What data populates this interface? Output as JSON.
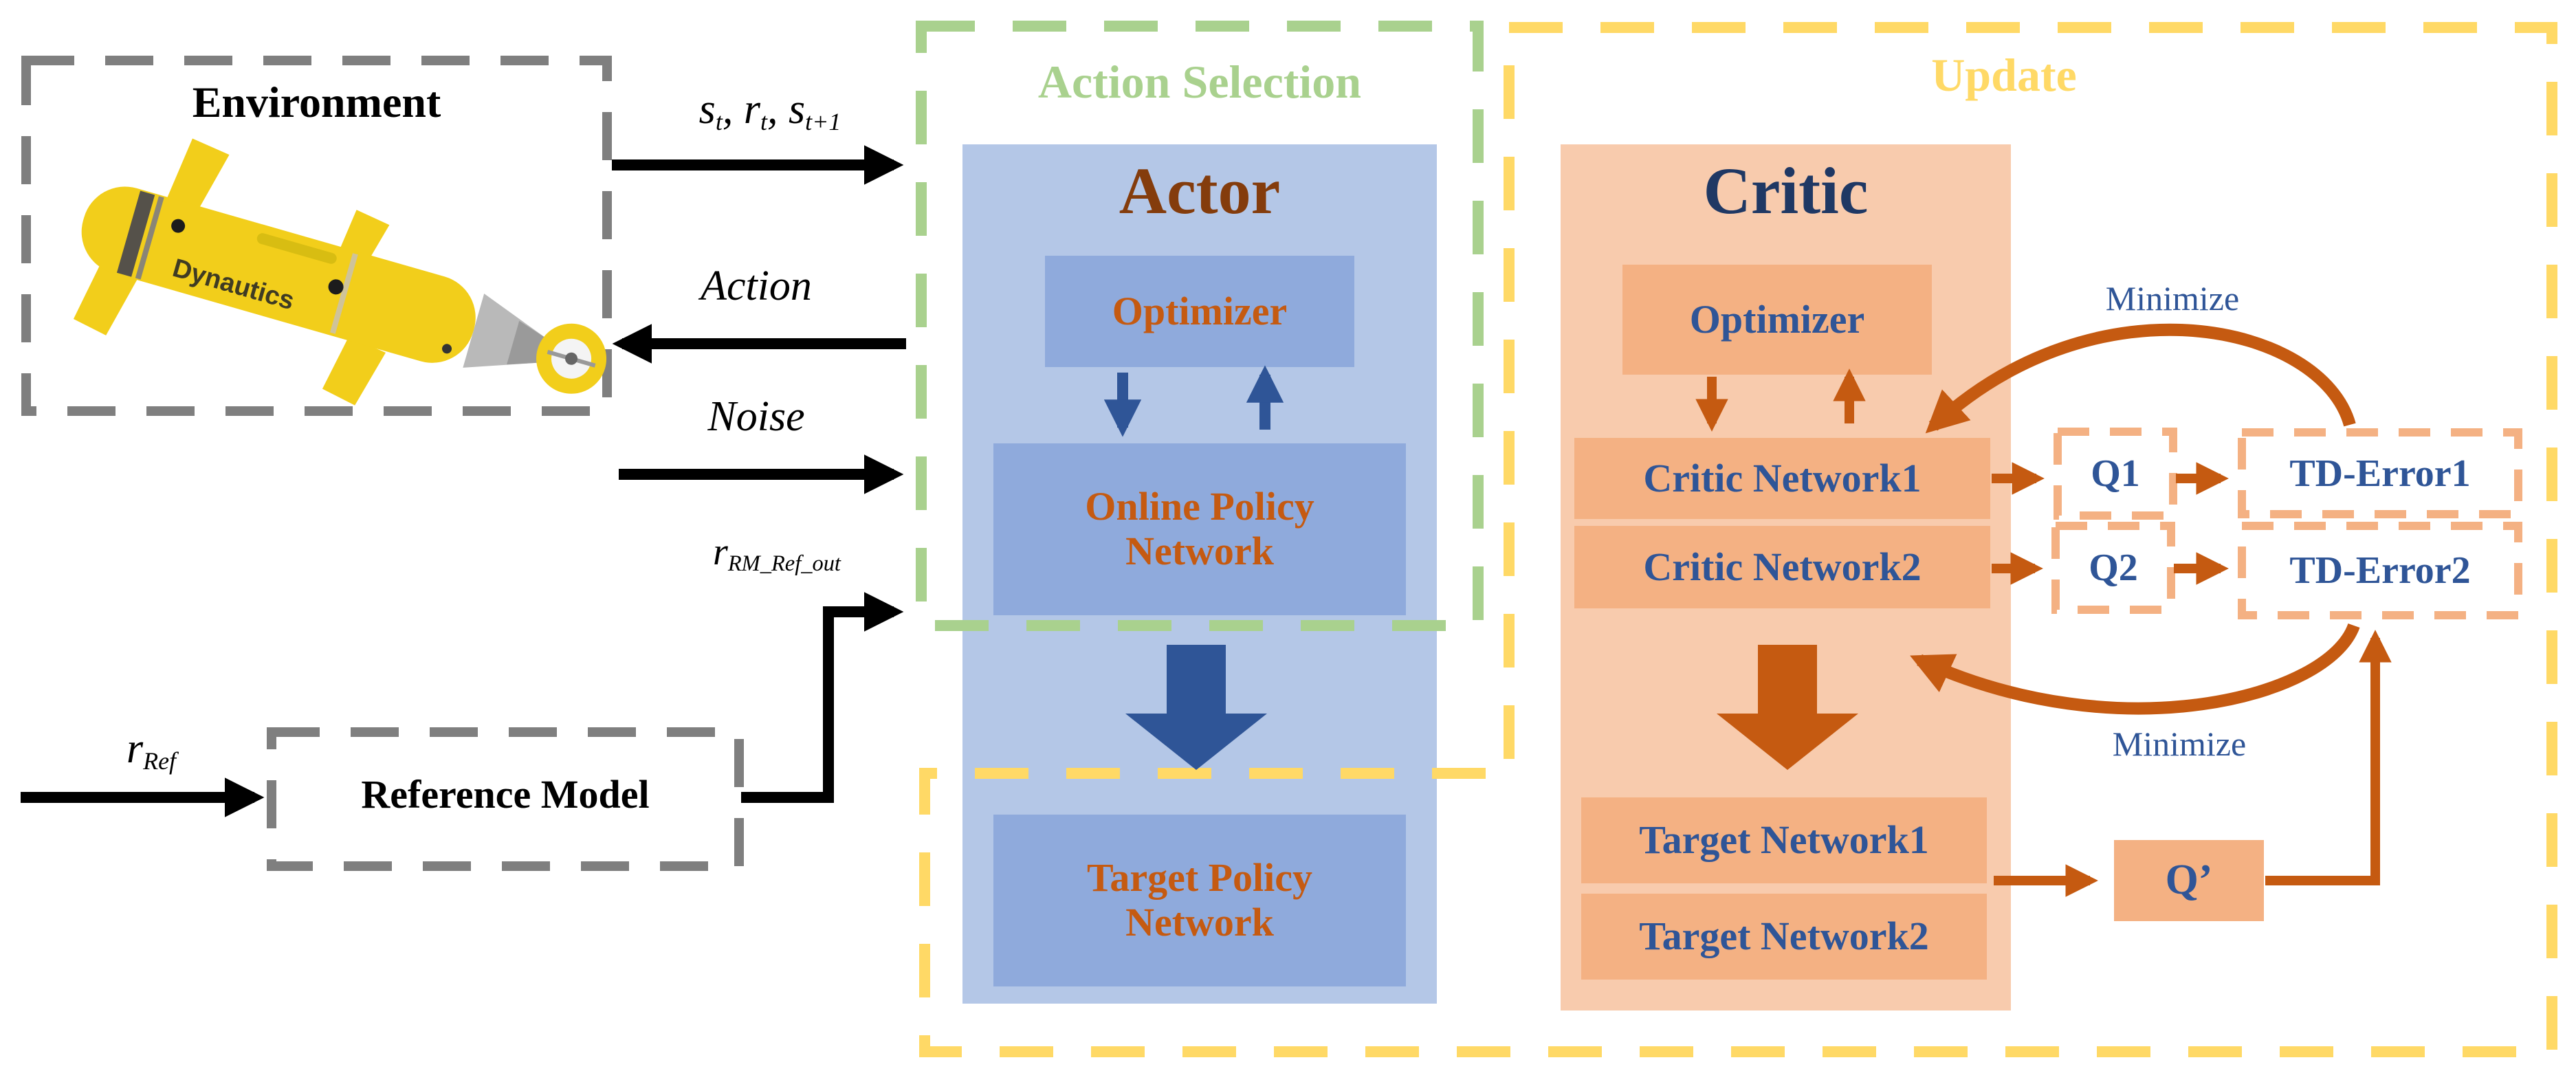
{
  "environment": {
    "title": "Environment",
    "auv_label": "Dynautics"
  },
  "signals": {
    "state": [
      [
        "i",
        "s"
      ],
      [
        "sub",
        "t"
      ],
      [
        "i",
        ", "
      ],
      [
        "i",
        "r"
      ],
      [
        "sub",
        "t"
      ],
      [
        "i",
        ", "
      ],
      [
        "i",
        "s"
      ],
      [
        "sub",
        "t+1"
      ]
    ],
    "action": "Action",
    "noise": "Noise",
    "r_ref": [
      [
        "i",
        "r"
      ],
      [
        "sub",
        "Ref"
      ]
    ],
    "r_rm_ref_out": [
      [
        "i",
        "r"
      ],
      [
        "sub",
        "RM_Ref_out"
      ]
    ]
  },
  "reference_model": {
    "title": "Reference Model"
  },
  "action_selection": {
    "title": "Action Selection",
    "actor": {
      "title": "Actor",
      "optimizer": "Optimizer",
      "online_policy_network": "Online Policy Network",
      "target_policy_network": "Target Policy Network"
    }
  },
  "update": {
    "title": "Update",
    "critic": {
      "title": "Critic",
      "optimizer": "Optimizer",
      "critic_network1": "Critic Network1",
      "critic_network2": "Critic Network2",
      "target_network1": "Target Network1",
      "target_network2": "Target Network2"
    },
    "q1": "Q1",
    "q2": "Q2",
    "td_error1": "TD-Error1",
    "td_error2": "TD-Error2",
    "q_prime": "Q’",
    "minimize1": "Minimize",
    "minimize2": "Minimize"
  },
  "colors": {
    "env_dash": "#7F7F7F",
    "green": "#A9D18E",
    "yellow": "#FFD966",
    "actor_fill": "#B4C7E7",
    "actor_inner_fill": "#8FAADC",
    "actor_title": "#843C0C",
    "orange_text": "#C55A11",
    "critic_fill": "#F8CBAD",
    "critic_inner_fill": "#F4B183",
    "critic_title": "#1F3864",
    "navy_text": "#2F5597",
    "arrow_orange": "#C55A11",
    "arrow_blue": "#2F5597",
    "arrow_black": "#000000",
    "auv_yellow": "#F2CE1B"
  }
}
